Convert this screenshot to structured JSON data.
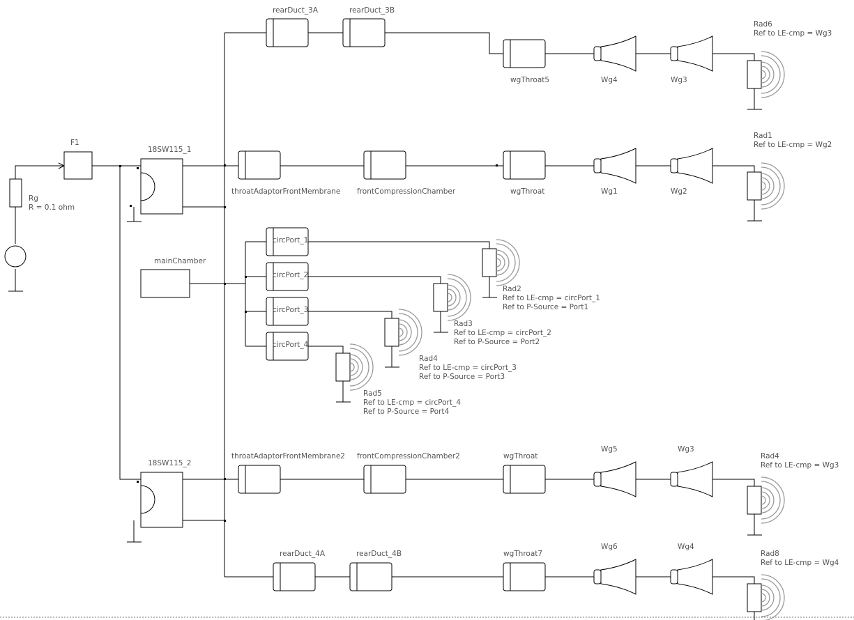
{
  "source": {
    "name": "Rg",
    "value": "R = 0.1 ohm"
  },
  "filter": "F1",
  "drivers": [
    "18SW115_1",
    "18SW115_2"
  ],
  "main_chamber": "mainChamber",
  "path_top": {
    "ducts": [
      "rearDuct_3A",
      "rearDuct_3B"
    ],
    "throat": "wgThroat5",
    "waveguides": [
      "Wg4",
      "Wg3"
    ],
    "radiator": "Rad6",
    "ref": "Ref to LE-cmp = Wg3"
  },
  "path_front": {
    "adaptor": "throatAdaptorFrontMembrane",
    "chamber": "frontCompressionChamber",
    "throat": "wgThroat",
    "waveguides": [
      "Wg1",
      "Wg2"
    ],
    "radiator": "Rad1",
    "ref": "Ref to LE-cmp = Wg2"
  },
  "ports": [
    {
      "name": "circPort_1",
      "radiator": "Rad2",
      "ref_cmp": "Ref to LE-cmp = circPort_1",
      "ref_src": "Ref to P-Source = Port1"
    },
    {
      "name": "circPort_2",
      "radiator": "Rad3",
      "ref_cmp": "Ref to LE-cmp = circPort_2",
      "ref_src": "Ref to P-Source = Port2"
    },
    {
      "name": "circPort_3",
      "radiator": "Rad4",
      "ref_cmp": "Ref to LE-cmp = circPort_3",
      "ref_src": "Ref to P-Source = Port3"
    },
    {
      "name": "circPort_4",
      "radiator": "Rad5",
      "ref_cmp": "Ref to LE-cmp = circPort_4",
      "ref_src": "Ref to P-Source = Port4"
    }
  ],
  "path_front2": {
    "adaptor": "throatAdaptorFrontMembrane2",
    "chamber": "frontCompressionChamber2",
    "throat": "wgThroat",
    "waveguides": [
      "Wg5",
      "Wg3"
    ],
    "radiator": "Rad4",
    "ref": "Ref to LE-cmp = Wg3"
  },
  "path_bottom": {
    "ducts": [
      "rearDuct_4A",
      "rearDuct_4B"
    ],
    "throat": "wgThroat7",
    "waveguides": [
      "Wg6",
      "Wg4"
    ],
    "radiator": "Rad8",
    "ref": "Ref to LE-cmp = Wg4"
  }
}
